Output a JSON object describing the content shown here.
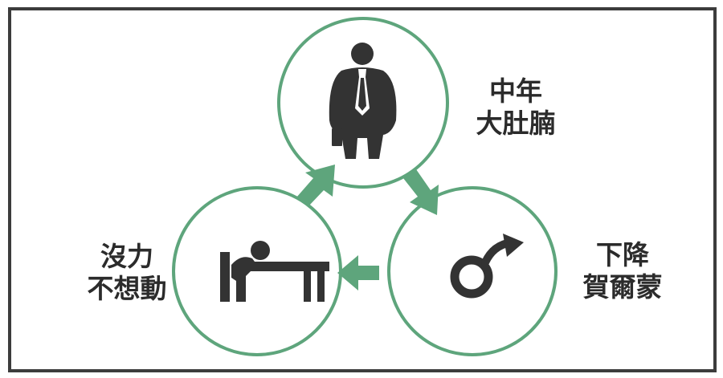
{
  "nodes": {
    "top": {
      "lines": [
        "中年",
        "大肚腩"
      ],
      "icon": "businessman-overweight-icon"
    },
    "right": {
      "lines": [
        "下降",
        "賀爾蒙"
      ],
      "icon": "male-symbol-icon"
    },
    "left": {
      "lines": [
        "沒力",
        "不想動"
      ],
      "icon": "tired-person-at-desk-icon"
    }
  },
  "colors": {
    "circle_stroke": "#5ea57c",
    "arrow": "#5ea57c",
    "icon": "#333333",
    "frame": "#3c3c3c",
    "text": "#2b2b2b"
  }
}
